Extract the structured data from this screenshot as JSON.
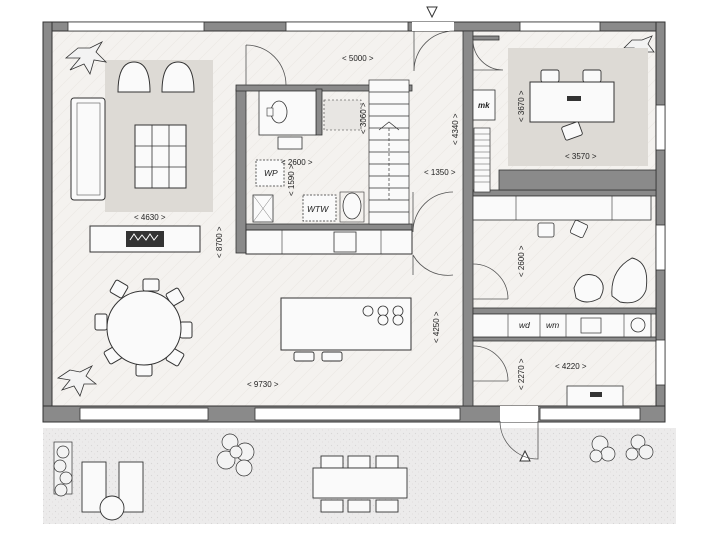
{
  "dimensions": {
    "living_width": "< 4630 >",
    "hall_width": "< 5000 >",
    "office_depth": "< 3670 >",
    "office_width": "< 3570 >",
    "bath_width": "< 2600 >",
    "bath_depth": "< 3060 >",
    "toilet_depth": "< 1590 >",
    "hall_depth": "< 4340 >",
    "stair_gap": "< 1350 >",
    "main_depth": "< 8700 >",
    "bedroom_depth": "< 2600 >",
    "kitchen_depth": "< 4250 >",
    "utility_depth": "< 2270 >",
    "utility_width": "< 4220 >",
    "total_width": "< 9730 >"
  },
  "labels": {
    "meter_cupboard": "mk",
    "water_heater": "WP",
    "washer_dryer": "WTW",
    "washer": "wd",
    "dryer": "wm"
  },
  "colors": {
    "wall": "#8a8a8a",
    "floor": "#f4f2ef",
    "rug": "#dedbd6",
    "terrace": "#eceaea",
    "line": "#333333"
  }
}
